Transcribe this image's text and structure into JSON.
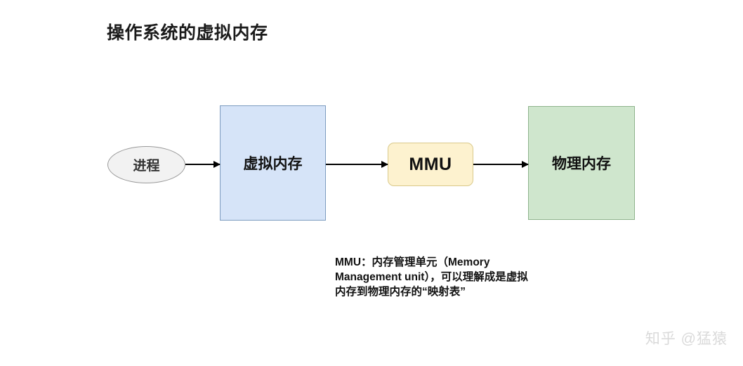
{
  "slide": {
    "title": "操作系统的虚拟内存",
    "background_color": "#ffffff"
  },
  "diagram": {
    "type": "flow",
    "nodes": [
      {
        "id": "process",
        "label": "进程",
        "shape": "ellipse",
        "fill": "#f2f2f2",
        "border": "#9a9a9a"
      },
      {
        "id": "virtual-memory",
        "label": "虚拟内存",
        "shape": "rectangle",
        "fill": "#d6e4f8",
        "border": "#7d9cc0"
      },
      {
        "id": "mmu",
        "label": "MMU",
        "shape": "rounded-rectangle",
        "fill": "#fdf2cf",
        "border": "#d9c98a"
      },
      {
        "id": "physical-memory",
        "label": "物理内存",
        "shape": "rectangle",
        "fill": "#cfe6cd",
        "border": "#8fb48d"
      }
    ],
    "edges": [
      {
        "id": "edge-1",
        "from": "process",
        "to": "virtual-memory",
        "arrow": "right-arrow"
      },
      {
        "id": "edge-2",
        "from": "virtual-memory",
        "to": "mmu",
        "arrow": "right-arrow"
      },
      {
        "id": "edge-3",
        "from": "mmu",
        "to": "physical-memory",
        "arrow": "right-arrow"
      }
    ]
  },
  "caption": {
    "text": "MMU：内存管理单元（Memory Management unit），可以理解成是虚拟内存到物理内存的“映射表”"
  },
  "watermark": {
    "text": "知乎 @猛猿",
    "color": "#dadada"
  }
}
